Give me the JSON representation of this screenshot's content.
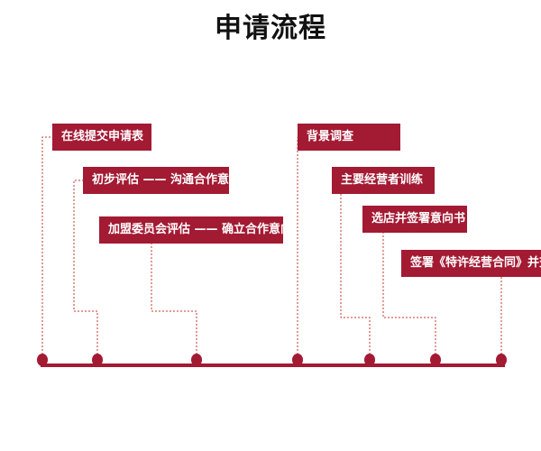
{
  "title": "申请流程",
  "colors": {
    "accent": "#a31a33",
    "line": "#c0392b"
  },
  "steps": [
    {
      "label": "在线提交申请表"
    },
    {
      "label": "初步评估 —— 沟通合作意向"
    },
    {
      "label": "加盟委员会评估 —— 确立合作意向"
    },
    {
      "label": "背景调查"
    },
    {
      "label": "主要经营者训练"
    },
    {
      "label": "选店并签署意向书"
    },
    {
      "label": "签署《特许经营合同》并交接"
    }
  ]
}
